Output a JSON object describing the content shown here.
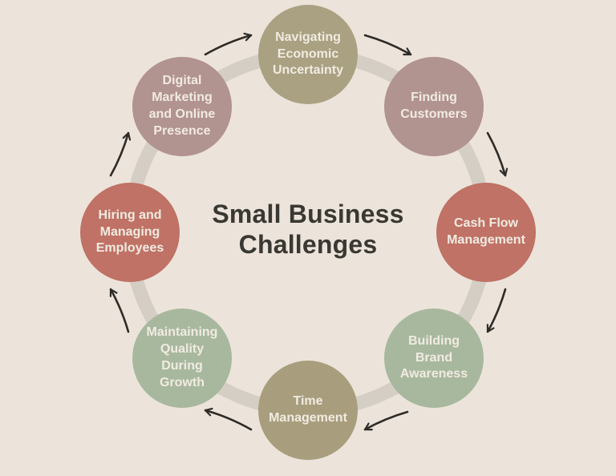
{
  "diagram": {
    "title": "Small Business Challenges",
    "flow_direction": "clockwise",
    "nodes": [
      {
        "label": "Navigating Economic Uncertainty",
        "color": "#a9a181"
      },
      {
        "label": "Finding Customers",
        "color": "#b19390"
      },
      {
        "label": "Cash Flow Management",
        "color": "#bf7265"
      },
      {
        "label": "Building Brand Awareness",
        "color": "#a8b89e"
      },
      {
        "label": "Time Management",
        "color": "#a89e7d"
      },
      {
        "label": "Maintaining Quality During Growth",
        "color": "#a8b89e"
      },
      {
        "label": "Hiring and Managing Employees",
        "color": "#bf7265"
      },
      {
        "label": "Digital Marketing and Online Presence",
        "color": "#b19390"
      }
    ],
    "colors": {
      "background": "#ece4db",
      "ring": "#d5cec4",
      "arrow": "#2e2b27",
      "title_text": "#3a3833",
      "node_text": "#f1ebe2"
    }
  }
}
